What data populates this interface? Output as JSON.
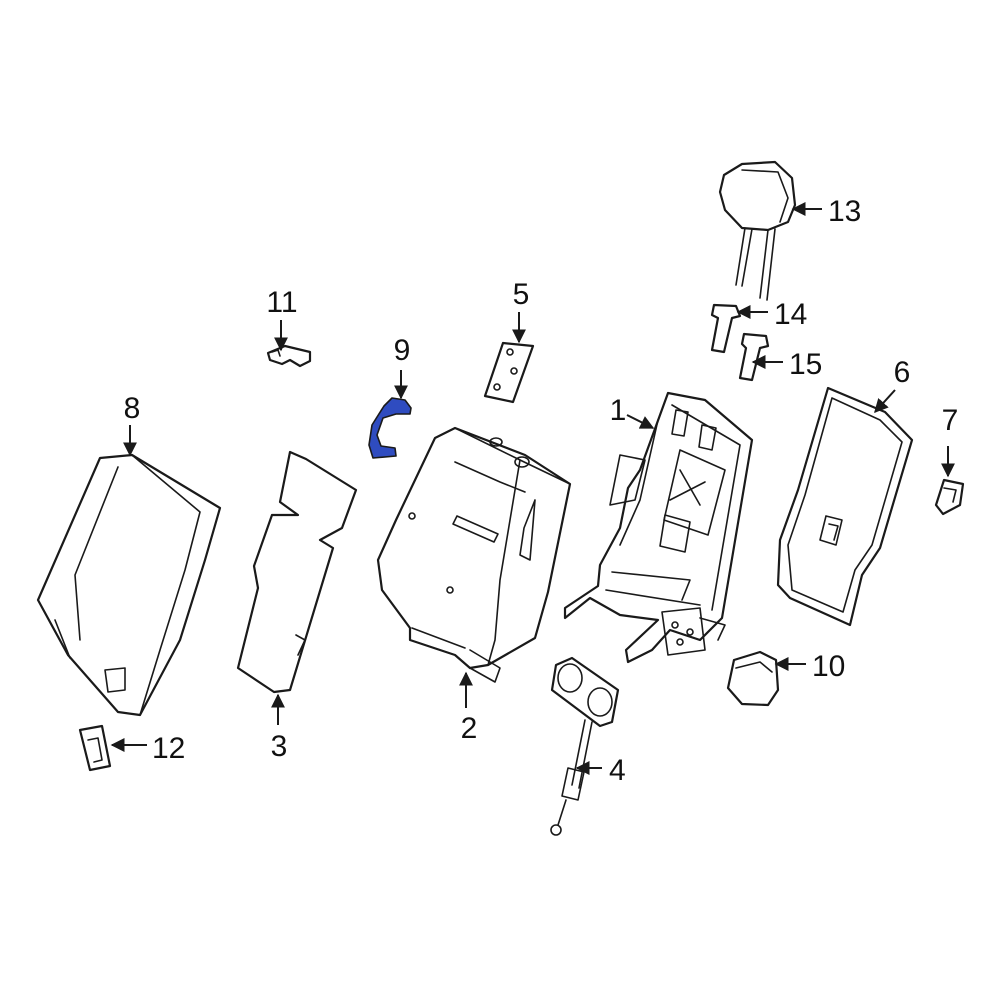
{
  "colors": {
    "line": "#1a1a1a",
    "highlight": "#2f4cc0",
    "background": "#ffffff"
  },
  "highlighted_part": "9",
  "callouts": {
    "c1": "1",
    "c2": "2",
    "c3": "3",
    "c4": "4",
    "c5": "5",
    "c6": "6",
    "c7": "7",
    "c8": "8",
    "c9": "9",
    "c10": "10",
    "c11": "11",
    "c12": "12",
    "c13": "13",
    "c14": "14",
    "c15": "15"
  }
}
